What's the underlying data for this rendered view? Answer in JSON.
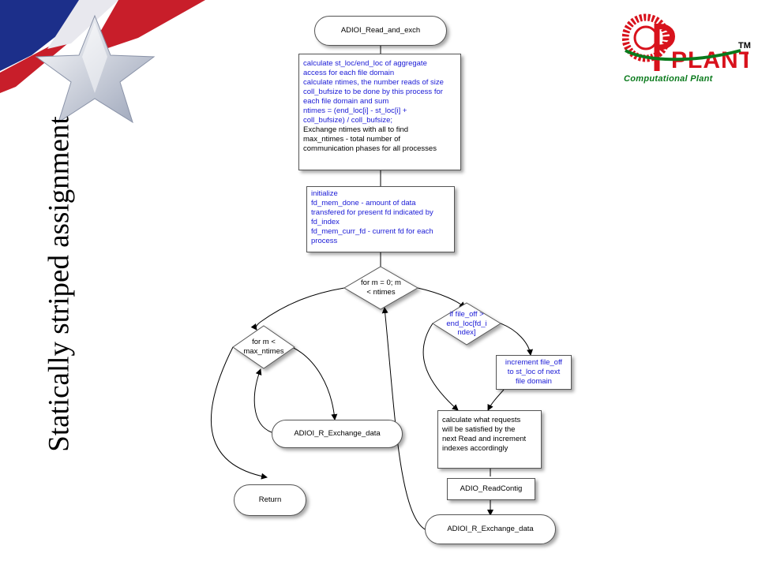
{
  "slide_title": "Statically striped assignment",
  "logo": {
    "text": "PLANT",
    "tm": "TM",
    "subtitle": "Computational Plant"
  },
  "nodes": {
    "start": "ADIOI_Read_and_exch",
    "calc": [
      {
        "text": "calculate st_loc/end_loc of aggregate",
        "color": "blue"
      },
      {
        "text": "access for each file domain",
        "color": "blue"
      },
      {
        "text": "calculate ntimes, the number reads of size",
        "color": "blue"
      },
      {
        "text": "coll_bufsize to be done by this process for",
        "color": "blue"
      },
      {
        "text": "each file domain and sum",
        "color": "blue"
      },
      {
        "text": "ntimes = (end_loc[i] - st_loc[i] +",
        "color": "blue"
      },
      {
        "text": "coll_bufsize) / coll_bufsize;",
        "color": "blue"
      },
      {
        "text": "Exchange ntimes with all to find",
        "color": "black"
      },
      {
        "text": "max_ntimes - total number of",
        "color": "black"
      },
      {
        "text": "communication phases for all processes",
        "color": "black"
      }
    ],
    "init": [
      {
        "text": "initialize",
        "color": "blue"
      },
      {
        "text": "fd_mem_done - amount of data",
        "color": "blue"
      },
      {
        "text": "transfered for present fd indicated by",
        "color": "blue"
      },
      {
        "text": "fd_index",
        "color": "blue"
      },
      {
        "text": "fd_mem_curr_fd - current fd for each",
        "color": "blue"
      },
      {
        "text": "process",
        "color": "blue"
      }
    ],
    "loop1": [
      "for m = 0; m",
      "< ntimes"
    ],
    "loop2": [
      "for m <",
      "max_ntimes"
    ],
    "cond": [
      "if file_off >",
      "end_loc[fd_i",
      "ndex]"
    ],
    "incr": [
      "increment file_off",
      "to st_loc of next",
      "file domain"
    ],
    "requests": [
      "calculate what requests",
      "will be satisfied by the",
      "next Read and increment",
      "indexes accordingly"
    ],
    "readcontig": "ADIO_ReadContig",
    "exch1": "ADIOI_R_Exchange_data",
    "exch2": "ADIOI_R_Exchange_data",
    "return": "Return"
  },
  "colors": {
    "node_blue_text": "#1a1ad6",
    "logo_red": "#d8121c",
    "logo_green": "#0a7a1c",
    "flag_blue": "#1c2f8a",
    "flag_red": "#c81e2a"
  }
}
